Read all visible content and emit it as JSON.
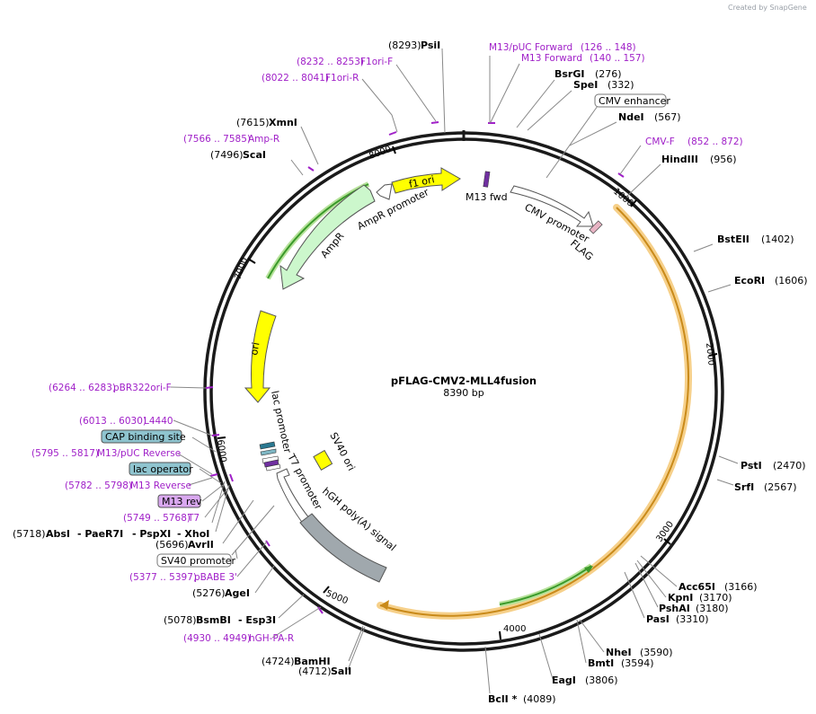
{
  "credit": "Created by SnapGene",
  "plasmid": {
    "name": "pFLAG-CMV2-MLL4fusion",
    "size": "8390 bp"
  },
  "ticks": [
    "1000",
    "2000",
    "3000",
    "4000",
    "5000",
    "6000",
    "7000",
    "8000"
  ],
  "features": {
    "f1_ori": "f1 ori",
    "m13_fwd": "M13 fwd",
    "cmv_promoter": "CMV promoter",
    "flag": "FLAG",
    "ampr_promoter": "AmpR promoter",
    "ampr": "AmpR",
    "ori": "ori",
    "lac_promoter": "lac promoter",
    "t7_promoter": "T7 promoter",
    "sv40_ori": "SV40 ori",
    "hgh_polya": "hGH poly(A) signal"
  },
  "sites": {
    "psiI": {
      "name": "PsiI",
      "pos": "(8293)"
    },
    "bsrGI": {
      "name": "BsrGI",
      "pos": "(276)"
    },
    "speI": {
      "name": "SpeI",
      "pos": "(332)"
    },
    "ndeI": {
      "name": "NdeI",
      "pos": "(567)"
    },
    "hindIII": {
      "name": "HindIII",
      "pos": "(956)"
    },
    "bstEII": {
      "name": "BstEII",
      "pos": "(1402)"
    },
    "ecoRI": {
      "name": "EcoRI",
      "pos": "(1606)"
    },
    "pstI": {
      "name": "PstI",
      "pos": "(2470)"
    },
    "srfI": {
      "name": "SrfI",
      "pos": "(2567)"
    },
    "acc65I": {
      "name": "Acc65I",
      "pos": "(3166)"
    },
    "kpnI": {
      "name": "KpnI",
      "pos": "(3170)"
    },
    "pshAI": {
      "name": "PshAI",
      "pos": "(3180)"
    },
    "pasI": {
      "name": "PasI",
      "pos": "(3310)"
    },
    "nheI": {
      "name": "NheI",
      "pos": "(3590)"
    },
    "bmtI": {
      "name": "BmtI",
      "pos": "(3594)"
    },
    "eagI": {
      "name": "EagI",
      "pos": "(3806)"
    },
    "bclI": {
      "name": "BclI *",
      "pos": "(4089)"
    },
    "salI": {
      "name": "SalI",
      "pos": "(4712)"
    },
    "bamHI": {
      "name": "BamHI",
      "pos": "(4724)"
    },
    "bsmBI": {
      "name": "BsmBI",
      "pos": "(5078)"
    },
    "esp3I": {
      "name": "- Esp3I"
    },
    "ageI": {
      "name": "AgeI",
      "pos": "(5276)"
    },
    "avrII": {
      "name": "AvrII",
      "pos": "(5696)"
    },
    "absI": {
      "name": "AbsI",
      "pos": "(5718)"
    },
    "paeR7I": {
      "name": "- PaeR7I"
    },
    "pspXI": {
      "name": "- PspXI"
    },
    "xhoI": {
      "name": "- XhoI"
    },
    "scaI": {
      "name": "ScaI",
      "pos": "(7496)"
    },
    "xmnI": {
      "name": "XmnI",
      "pos": "(7615)"
    }
  },
  "primers": {
    "m13_puc_fwd": {
      "name": "M13/pUC Forward",
      "pos": "(126 .. 148)"
    },
    "m13_fwd": {
      "name": "M13 Forward",
      "pos": "(140 .. 157)"
    },
    "f1ori_f": {
      "name": "F1ori-F",
      "pos": "(8232 .. 8253)"
    },
    "f1ori_r": {
      "name": "F1ori-R",
      "pos": "(8022 .. 8041)"
    },
    "amp_r": {
      "name": "Amp-R",
      "pos": "(7566 .. 7585)"
    },
    "cmv_f": {
      "name": "CMV-F",
      "pos": "(852 .. 872)"
    },
    "pbr322": {
      "name": "pBR322ori-F",
      "pos": "(6264 .. 6283)"
    },
    "l4440": {
      "name": "L4440",
      "pos": "(6013 .. 6030)"
    },
    "m13_puc_rev": {
      "name": "M13/pUC Reverse",
      "pos": "(5795 .. 5817)"
    },
    "m13_rev": {
      "name": "M13 Reverse",
      "pos": "(5782 .. 5798)"
    },
    "t7": {
      "name": "T7",
      "pos": "(5749 .. 5768)"
    },
    "pbabe": {
      "name": "pBABE 3'",
      "pos": "(5377 .. 5397)"
    },
    "hgh_pa_r": {
      "name": "hGH-PA-R",
      "pos": "(4930 .. 4949)"
    }
  },
  "boxes": {
    "cmv_enhancer": "CMV enhancer",
    "cap": "CAP binding site",
    "lac_operator": "lac operator",
    "m13_rev": "M13 rev",
    "sv40_promoter": "SV40 promoter"
  },
  "colors": {
    "ring": "#1a1a1a",
    "primer": "#a020c8",
    "yellow_feature": "#ffff00",
    "ampr_fill": "#ccf7cc",
    "orf_orange": "#f2b84a",
    "orf_green": "#3a9a2a",
    "polya_gray": "#a0a8ad",
    "cap_box": "#8fc4cf",
    "m13rev_box": "#d9a8f0"
  }
}
